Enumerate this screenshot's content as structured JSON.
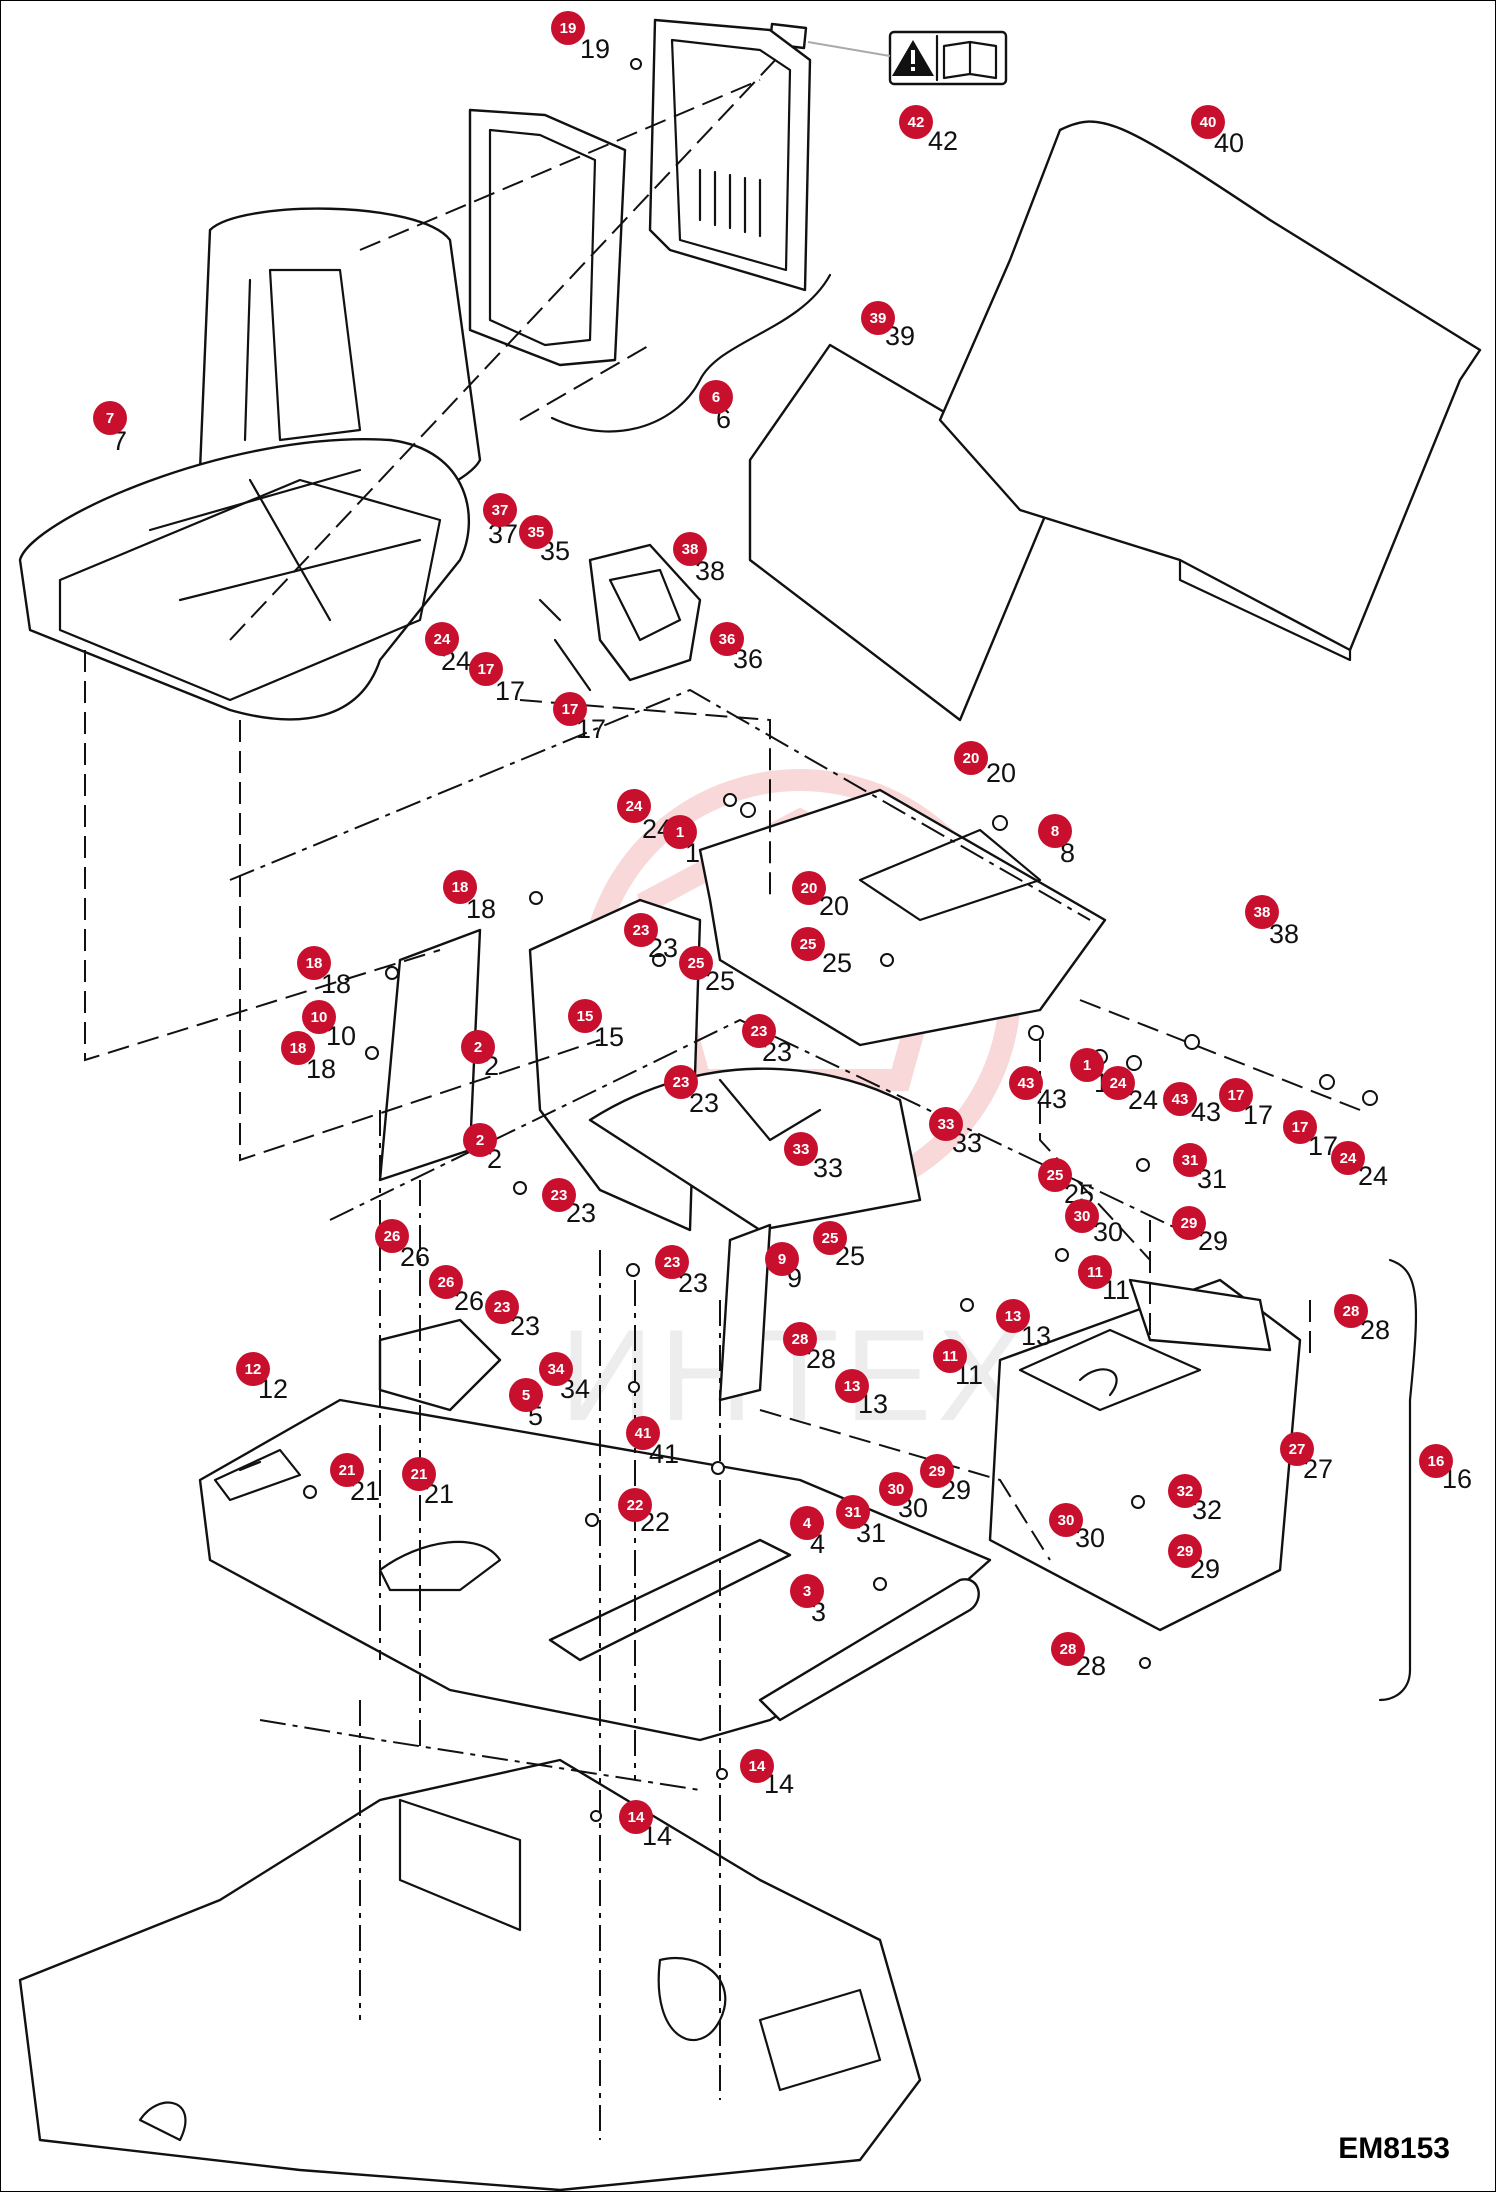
{
  "figure_code": "EM8153",
  "watermark_text": "ИНТЕХ",
  "icons": [
    "warning-triangle-icon",
    "manual-book-icon"
  ],
  "colors": {
    "callout_bubble": "#c8102e",
    "callout_text": "#ffffff",
    "line": "#111111"
  },
  "callouts": [
    {
      "id": "19",
      "label": "19"
    },
    {
      "id": "42",
      "label": "42"
    },
    {
      "id": "40",
      "label": "40"
    },
    {
      "id": "39",
      "label": "39"
    },
    {
      "id": "6",
      "label": "6"
    },
    {
      "id": "7",
      "label": "7"
    },
    {
      "id": "37",
      "label": "37"
    },
    {
      "id": "35",
      "label": "35"
    },
    {
      "id": "38a",
      "label": "38"
    },
    {
      "id": "24a",
      "label": "24"
    },
    {
      "id": "17a",
      "label": "17"
    },
    {
      "id": "36",
      "label": "36"
    },
    {
      "id": "17b",
      "label": "17"
    },
    {
      "id": "20a",
      "label": "20"
    },
    {
      "id": "24b",
      "label": "24"
    },
    {
      "id": "1a",
      "label": "1"
    },
    {
      "id": "8",
      "label": "8"
    },
    {
      "id": "18a",
      "label": "18"
    },
    {
      "id": "20b",
      "label": "20"
    },
    {
      "id": "25a",
      "label": "25"
    },
    {
      "id": "23a",
      "label": "23"
    },
    {
      "id": "18b",
      "label": "18"
    },
    {
      "id": "25b",
      "label": "25"
    },
    {
      "id": "38b",
      "label": "38"
    },
    {
      "id": "10",
      "label": "10"
    },
    {
      "id": "15",
      "label": "15"
    },
    {
      "id": "23b",
      "label": "23"
    },
    {
      "id": "18c",
      "label": "18"
    },
    {
      "id": "2a",
      "label": "2"
    },
    {
      "id": "43a",
      "label": "43"
    },
    {
      "id": "1b",
      "label": "1"
    },
    {
      "id": "24c",
      "label": "24"
    },
    {
      "id": "43b",
      "label": "43"
    },
    {
      "id": "17c",
      "label": "17"
    },
    {
      "id": "23c",
      "label": "23"
    },
    {
      "id": "33a",
      "label": "33"
    },
    {
      "id": "17d",
      "label": "17"
    },
    {
      "id": "24d",
      "label": "24"
    },
    {
      "id": "2b",
      "label": "2"
    },
    {
      "id": "33b",
      "label": "33"
    },
    {
      "id": "25c",
      "label": "25"
    },
    {
      "id": "31a",
      "label": "31"
    },
    {
      "id": "23d",
      "label": "23"
    },
    {
      "id": "30a",
      "label": "30"
    },
    {
      "id": "29a",
      "label": "29"
    },
    {
      "id": "26a",
      "label": "26"
    },
    {
      "id": "25d",
      "label": "25"
    },
    {
      "id": "9",
      "label": "9"
    },
    {
      "id": "11a",
      "label": "11"
    },
    {
      "id": "23e",
      "label": "23"
    },
    {
      "id": "26b",
      "label": "26"
    },
    {
      "id": "23f",
      "label": "23"
    },
    {
      "id": "13a",
      "label": "13"
    },
    {
      "id": "28a",
      "label": "28"
    },
    {
      "id": "28b",
      "label": "28"
    },
    {
      "id": "11b",
      "label": "11"
    },
    {
      "id": "12",
      "label": "12"
    },
    {
      "id": "34",
      "label": "34"
    },
    {
      "id": "13b",
      "label": "13"
    },
    {
      "id": "5",
      "label": "5"
    },
    {
      "id": "41",
      "label": "41"
    },
    {
      "id": "27",
      "label": "27"
    },
    {
      "id": "21a",
      "label": "21"
    },
    {
      "id": "21b",
      "label": "21"
    },
    {
      "id": "16",
      "label": "16"
    },
    {
      "id": "29b",
      "label": "29"
    },
    {
      "id": "30b",
      "label": "30"
    },
    {
      "id": "22",
      "label": "22"
    },
    {
      "id": "31b",
      "label": "31"
    },
    {
      "id": "32",
      "label": "32"
    },
    {
      "id": "4",
      "label": "4"
    },
    {
      "id": "30c",
      "label": "30"
    },
    {
      "id": "29c",
      "label": "29"
    },
    {
      "id": "3",
      "label": "3"
    },
    {
      "id": "28c",
      "label": "28"
    },
    {
      "id": "14a",
      "label": "14"
    },
    {
      "id": "14b",
      "label": "14"
    }
  ]
}
